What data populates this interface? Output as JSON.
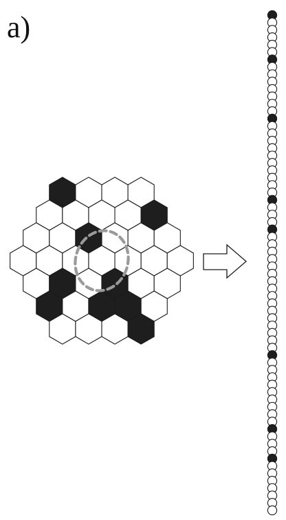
{
  "panel": {
    "label": "a)"
  },
  "colors": {
    "filled": "#1e1e1e",
    "empty": "#ffffff",
    "outline": "#1a1a1a",
    "highlight": "#9a9a9a"
  },
  "hex_lattice": {
    "shape": "hexagon",
    "side_cells": 4,
    "rows": [
      [
        1,
        0,
        0,
        0
      ],
      [
        0,
        0,
        0,
        0,
        1
      ],
      [
        0,
        0,
        1,
        0,
        0,
        0
      ],
      [
        0,
        0,
        0,
        0,
        0,
        0,
        0
      ],
      [
        0,
        1,
        0,
        1,
        0,
        0
      ],
      [
        1,
        0,
        1,
        1,
        0
      ],
      [
        0,
        0,
        0,
        1
      ]
    ],
    "highlighted_cluster": "dashed-ring"
  },
  "arrow": {
    "direction": "right",
    "style": "outlined"
  },
  "bead_chain": {
    "orientation": "vertical",
    "filled_positions": [
      0,
      6,
      14,
      25,
      29,
      46,
      56,
      60
    ]
  }
}
